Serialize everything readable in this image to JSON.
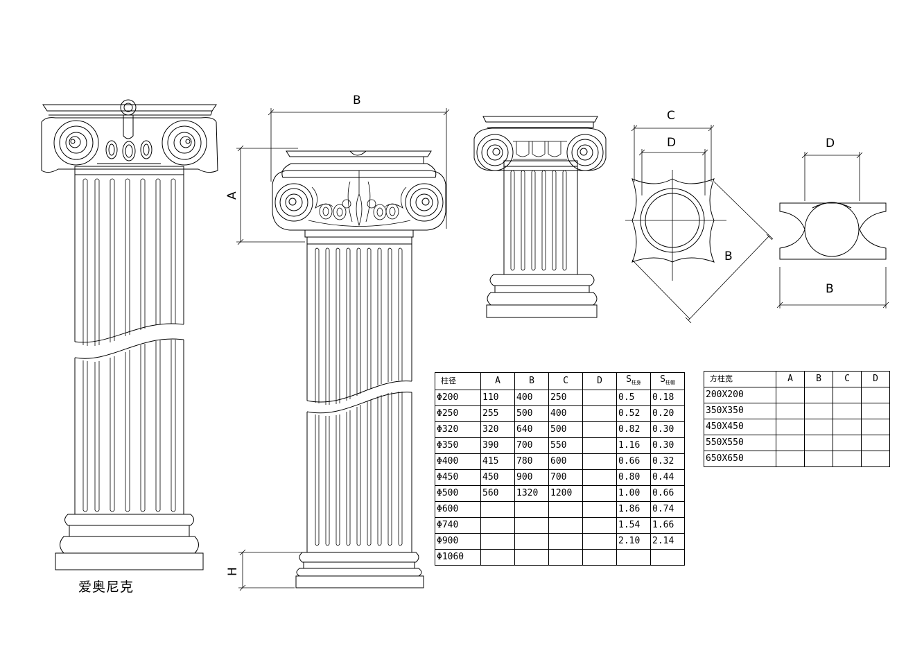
{
  "caption": "爱奥尼克",
  "labels": {
    "a": "A",
    "b": "B",
    "c": "C",
    "d": "D",
    "h": "H"
  },
  "round_table": {
    "headers": [
      "柱径",
      "A",
      "B",
      "C",
      "D",
      "S",
      "S"
    ],
    "rows": [
      [
        "Φ200",
        "110",
        "400",
        "250",
        "",
        "0.5",
        "0.18"
      ],
      [
        "Φ250",
        "255",
        "500",
        "400",
        "",
        "0.52",
        "0.20"
      ],
      [
        "Φ320",
        "320",
        "640",
        "500",
        "",
        "0.82",
        "0.30"
      ],
      [
        "Φ350",
        "390",
        "700",
        "550",
        "",
        "1.16",
        "0.30"
      ],
      [
        "Φ400",
        "415",
        "780",
        "600",
        "",
        "0.66",
        "0.32"
      ],
      [
        "Φ450",
        "450",
        "900",
        "700",
        "",
        "0.80",
        "0.44"
      ],
      [
        "Φ500",
        "560",
        "1320",
        "1200",
        "",
        "1.00",
        "0.66"
      ],
      [
        "Φ600",
        "",
        "",
        "",
        "",
        "1.86",
        "0.74"
      ],
      [
        "Φ740",
        "",
        "",
        "",
        "",
        "1.54",
        "1.66"
      ],
      [
        "Φ900",
        "",
        "",
        "",
        "",
        "2.10",
        "2.14"
      ],
      [
        "Φ1060",
        "",
        "",
        "",
        "",
        "",
        ""
      ]
    ]
  },
  "square_table": {
    "headers": [
      "方柱宽",
      "A",
      "B",
      "C",
      "D"
    ],
    "rows": [
      [
        "200X200",
        "",
        "",
        "",
        ""
      ],
      [
        "350X350",
        "",
        "",
        "",
        ""
      ],
      [
        "450X450",
        "",
        "",
        "",
        ""
      ],
      [
        "550X550",
        "",
        "",
        "",
        ""
      ],
      [
        "650X650",
        "",
        "",
        "",
        ""
      ]
    ]
  }
}
